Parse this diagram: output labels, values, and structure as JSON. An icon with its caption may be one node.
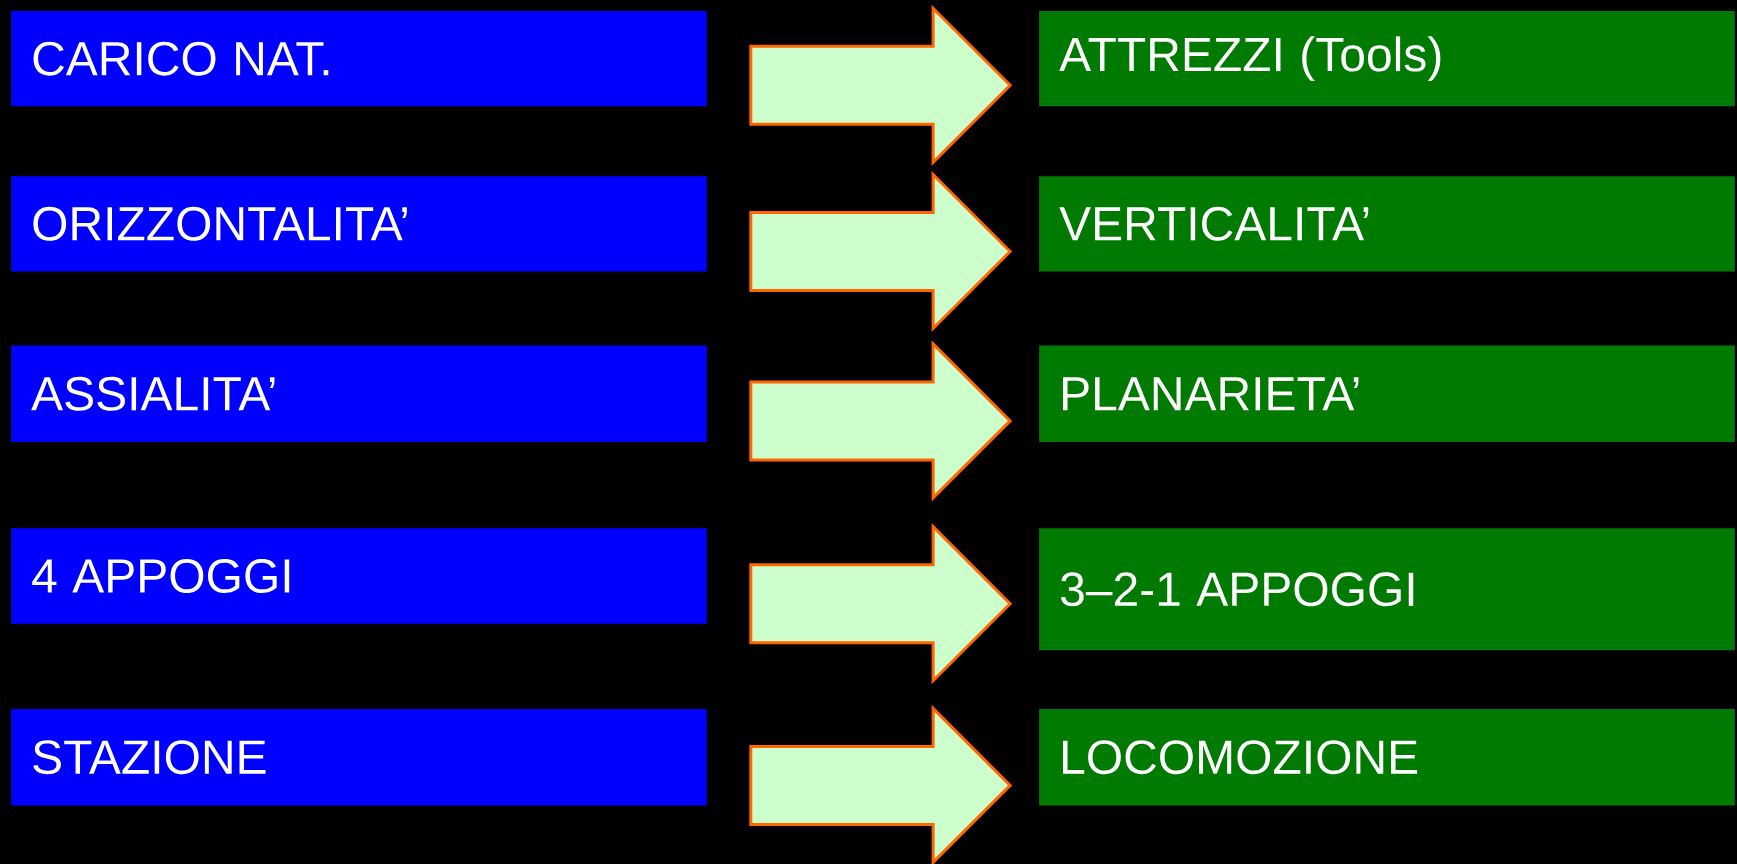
{
  "diagram": {
    "nodes": [
      {
        "text": [
          "CARICO NAT."
        ]
      },
      {
        "text": [
          "ATTREZZI (Tools)"
        ]
      },
      {
        "text": [
          "ORIZZONTALITA’"
        ]
      },
      {
        "text": [
          "VERTICALITA’"
        ]
      },
      {
        "text": [
          "ASSIALITA’"
        ]
      },
      {
        "text": [
          "PLANARIETA’"
        ]
      },
      {
        "text": [
          "4 APPOGGI"
        ]
      },
      {
        "text": [
          "3–2-1 APPOGGI"
        ]
      },
      {
        "text": [
          "STAZIONE"
        ]
      },
      {
        "text": [
          "LOCOMOZIONE"
        ]
      }
    ],
    "edges": [
      {
        "from": 0,
        "to": 1,
        "arrow": "to"
      },
      {
        "from": 2,
        "to": 3,
        "arrow": "to"
      },
      {
        "from": 4,
        "to": 5,
        "arrow": "to"
      },
      {
        "from": 6,
        "to": 7,
        "arrow": "to"
      },
      {
        "from": 8,
        "to": 9,
        "arrow": "to"
      }
    ]
  }
}
